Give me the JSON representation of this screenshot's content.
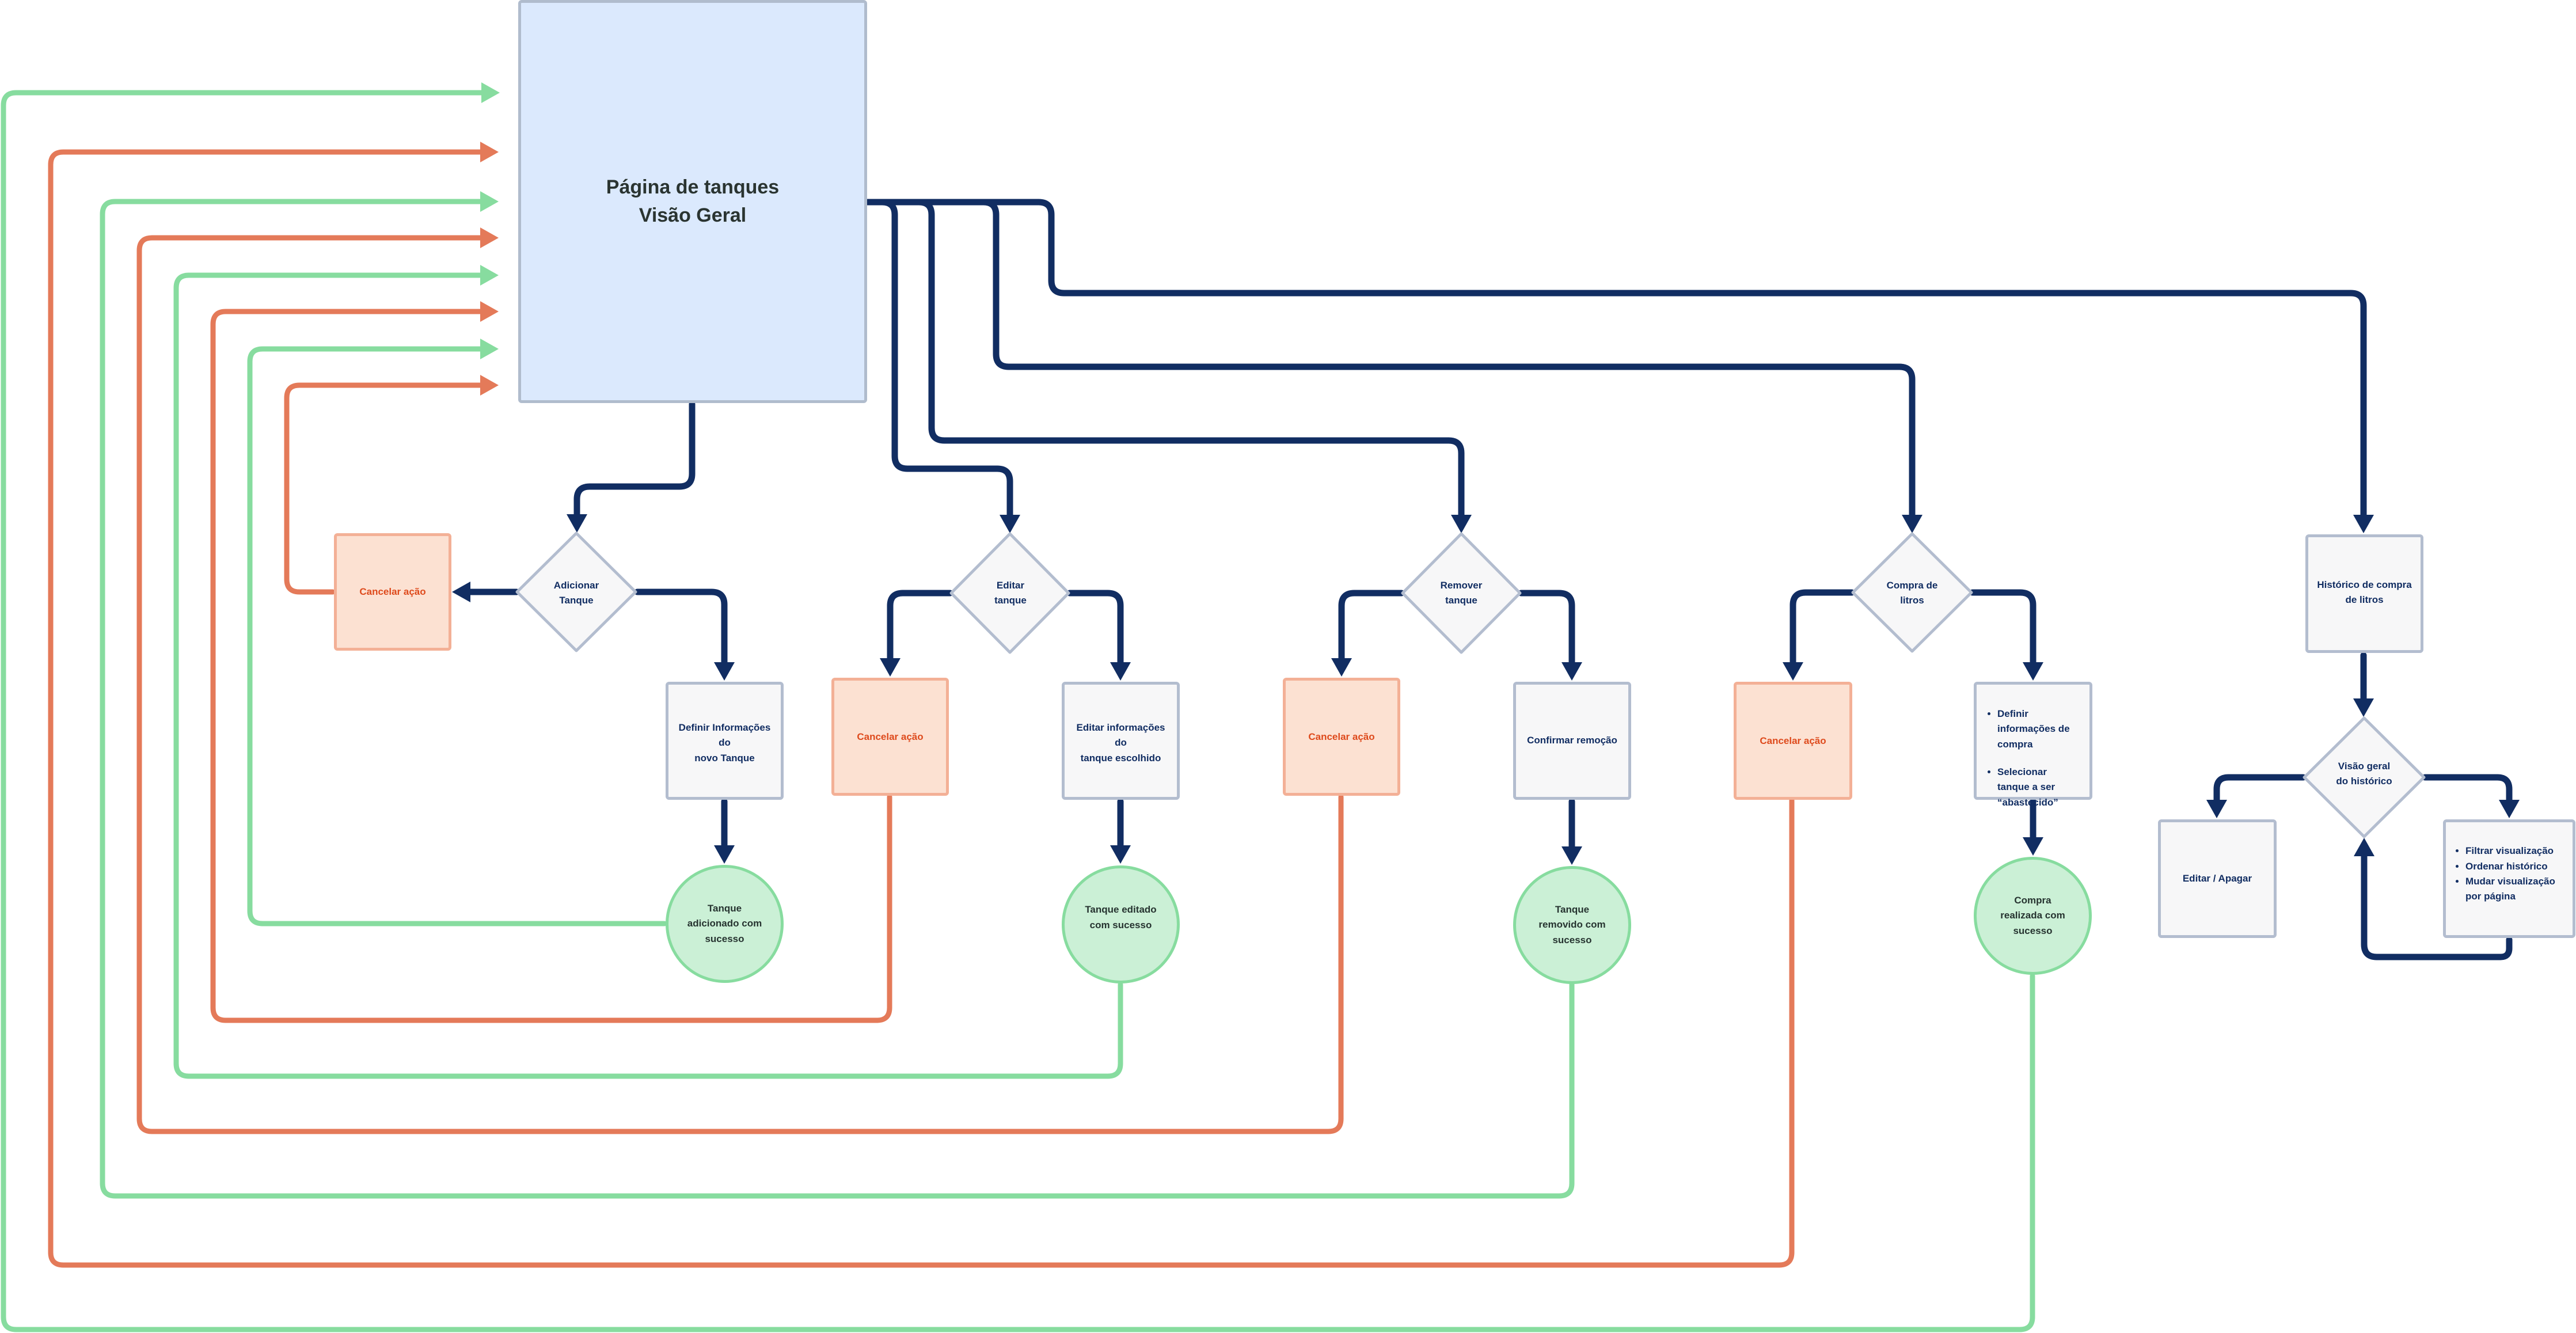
{
  "diagram": {
    "title": "Fluxo da Página de tanques",
    "colors": {
      "flow": "#112d62",
      "success_flow": "#87dc9f",
      "cancel_flow": "#e47a59",
      "main_fill": "#dbe9fd",
      "node_fill": "#f7f7f8",
      "node_border": "#b3bdcf",
      "cancel_fill": "#fce1d2",
      "cancel_text": "#de4a1c",
      "success_fill": "#cbf0d6"
    },
    "main_node": {
      "lines": [
        "Página de tanques",
        "Visão Geral"
      ]
    },
    "branches": [
      {
        "id": "add",
        "decision": [
          "Adicionar",
          "Tanque"
        ],
        "cancel": "Cancelar ação",
        "step": [
          "Definir Informações do",
          "novo Tanque"
        ],
        "success": [
          "Tanque",
          "adicionado com",
          "sucesso"
        ]
      },
      {
        "id": "edit",
        "decision": [
          "Editar",
          "tanque"
        ],
        "cancel": "Cancelar ação",
        "step": [
          "Editar informações do",
          "tanque escolhido"
        ],
        "success": [
          "Tanque editado",
          "com sucesso"
        ]
      },
      {
        "id": "remove",
        "decision": [
          "Remover",
          "tanque"
        ],
        "cancel": "Cancelar ação",
        "step": [
          "Confirmar remoção"
        ],
        "success": [
          "Tanque",
          "removido com",
          "sucesso"
        ]
      },
      {
        "id": "buy",
        "decision": [
          "Compra de",
          "litros"
        ],
        "cancel": "Cancelar ação",
        "step_bullets": [
          "Definir informações de compra",
          "Selecionar tanque a ser “abastecido”"
        ],
        "success": [
          "Compra",
          "realizada com",
          "sucesso"
        ]
      }
    ],
    "history": {
      "node": [
        "Histórico de compra",
        "de litros"
      ],
      "decision": [
        "Visão geral",
        "do histórico"
      ],
      "edit": "Editar / Apagar",
      "options": [
        "Filtrar visualização",
        "Ordenar histórico",
        "Mudar visualização por página"
      ]
    }
  }
}
